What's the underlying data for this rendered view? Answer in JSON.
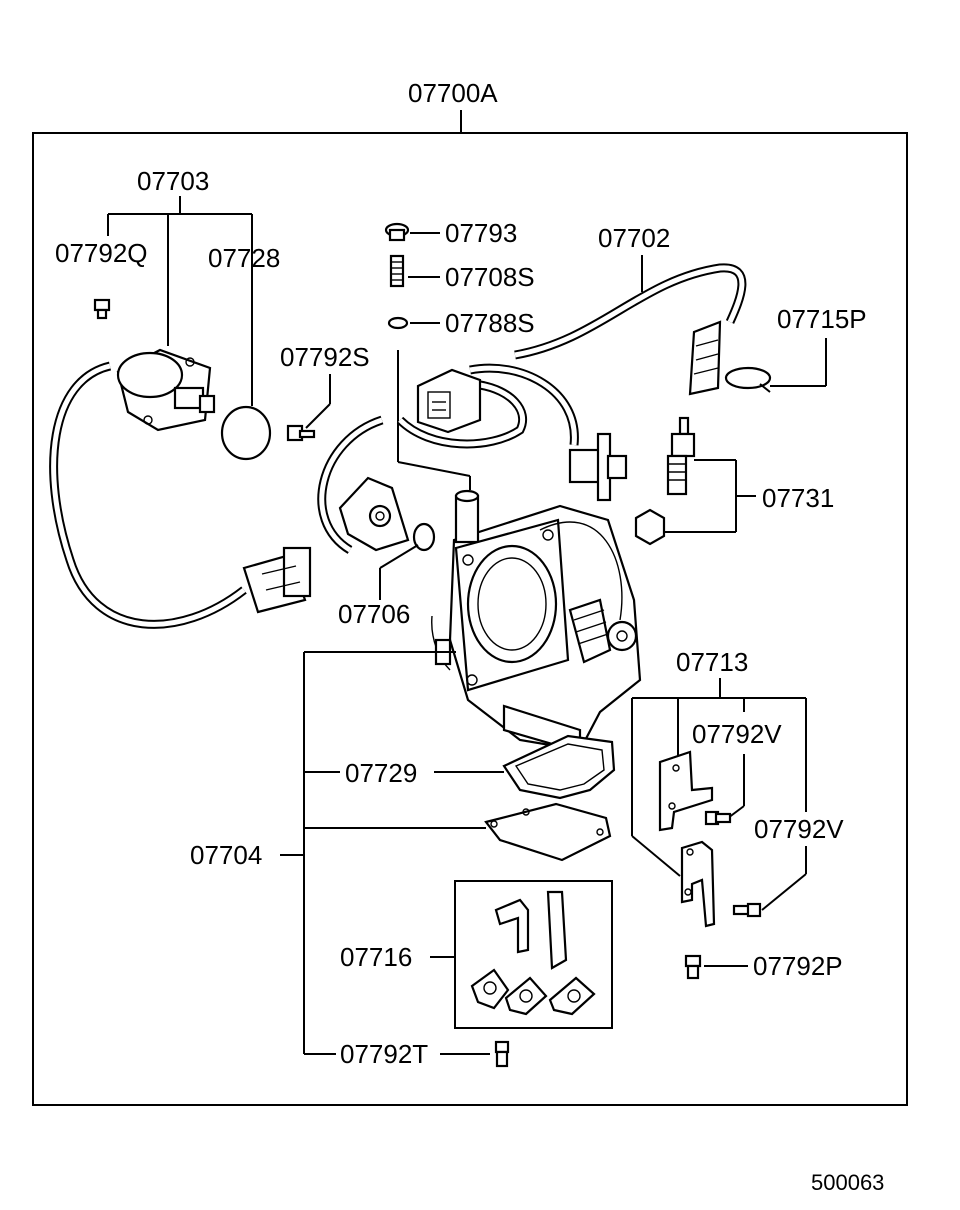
{
  "diagram": {
    "assembly_label": "07700A",
    "drawing_number": "500063",
    "labels": {
      "p07703": "07703",
      "p07792Q": "07792Q",
      "p07728": "07728",
      "p07793": "07793",
      "p07708S": "07708S",
      "p07788S": "07788S",
      "p07702": "07702",
      "p07715P": "07715P",
      "p07792S": "07792S",
      "p07731": "07731",
      "p07706": "07706",
      "p07713": "07713",
      "p07792V_a": "07792V",
      "p07792V_b": "07792V",
      "p07729": "07729",
      "p07704": "07704",
      "p07716": "07716",
      "p07792P": "07792P",
      "p07792T": "07792T"
    }
  }
}
